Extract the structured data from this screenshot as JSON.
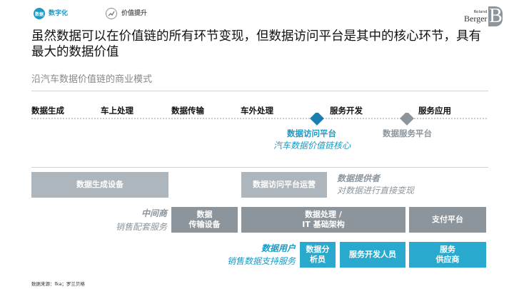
{
  "header": {
    "tab_active_icon": "数据",
    "tab_active_label": "数字化",
    "tab_inactive_label": "价值提升",
    "logo": {
      "line1": "Roland",
      "line2": "Berger",
      "mark": "B"
    }
  },
  "title": "虽然数据可以在价值链的所有环节变现，但数据访问平台是其中的核心环节，具有最大的数据价值",
  "subtitle": "沿汽车数据价值链的商业模式",
  "stages": [
    "数据生成",
    "车上处理",
    "数据传输",
    "车外处理",
    "服务开发",
    "服务应用"
  ],
  "platforms": {
    "access_label": "数据访问平台",
    "access_sub": "汽车数据价值链核心",
    "service_label": "数据服务平台"
  },
  "row1": {
    "box_generation": "数据生成设备",
    "box_access_ops": "数据访问平台运营",
    "provider_title": "数据提供者",
    "provider_desc": "对数据进行直接变现"
  },
  "row2": {
    "intermediary_title": "中间商",
    "intermediary_desc": "销售配套服务",
    "box_transmission": "数据\n传输设备",
    "box_processing": "数据处理 /\nIT 基础架构",
    "box_payment": "支付平台"
  },
  "row3": {
    "user_title": "数据用户",
    "user_desc": "销售数据支持服务",
    "box_analyst": "数据分\n析员",
    "box_developer": "服务开发人员",
    "box_provider": "服务\n供应商"
  },
  "footer": "数据来源：fka；罗兰贝格",
  "colors": {
    "accent": "#1a9ac4",
    "box_light": "#aeb6bd",
    "box_dark": "#8c959c",
    "box_blue": "#2aa9ce"
  }
}
